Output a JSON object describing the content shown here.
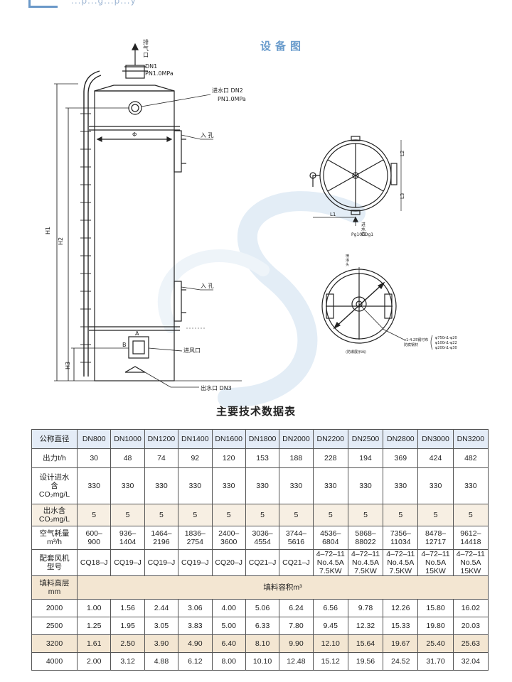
{
  "header": {
    "faded_text": "...p...g...p...y"
  },
  "figure_title": "设备图",
  "drawing": {
    "exhaust_label": "排\n气\n口",
    "exhaust_dn": "DN1",
    "exhaust_pn": "PN1.0MPa",
    "inlet_water": "进水口 DN2",
    "inlet_water_pn": "PN1.0MPa",
    "diameter": "Φ",
    "manhole_1": "入 孔",
    "manhole_2": "入 孔",
    "inlet_air": "进风口",
    "outlet_water": "出水口 DN3",
    "h1": "H1",
    "h2": "H2",
    "h3": "H3",
    "a": "A",
    "b": "B",
    "plan_l1": "L1",
    "plan_l2": "L2",
    "plan_l3": "L3",
    "plan_inlet": "进\n水\n口",
    "plan_spec": "Pg100Dg1",
    "section_note": "(防爆展示出)",
    "section_leg1": "n1-4.25钢衬布",
    "section_leg2": "防腐钢材",
    "spec_1": "φ750n1-φ20",
    "spec_2": "φ100n1-φ22",
    "spec_3": "φ200n1-φ30",
    "section_top": "喷\n淋\n头"
  },
  "table": {
    "title": "主要技术数据表",
    "columns": [
      "DN800",
      "DN1000",
      "DN1200",
      "DN1400",
      "DN1600",
      "DN1800",
      "DN2000",
      "DN2200",
      "DN2500",
      "DN2800",
      "DN3000",
      "DN3200"
    ],
    "row_labels": {
      "diameter": "公称直径",
      "flow": "出力t/h",
      "inlet": "设计进水\n含\nCO₂mg/L",
      "outlet": "出水含\nCO₂mg/L",
      "air": "空气耗量\nm³/h",
      "fan": "配套风机\n型号",
      "packing": "填料高层\nmm"
    },
    "flow": [
      "30",
      "48",
      "74",
      "92",
      "120",
      "153",
      "188",
      "228",
      "194",
      "369",
      "424",
      "482"
    ],
    "inlet": [
      "330",
      "330",
      "330",
      "330",
      "330",
      "330",
      "330",
      "330",
      "330",
      "330",
      "330",
      "330"
    ],
    "outlet": [
      "5",
      "5",
      "5",
      "5",
      "5",
      "5",
      "5",
      "5",
      "5",
      "5",
      "5",
      "5"
    ],
    "air": [
      "600–\n900",
      "936–\n1404",
      "1464–\n2196",
      "1836–\n2754",
      "2400–\n3600",
      "3036–\n4554",
      "3744–\n5616",
      "4536–\n6804",
      "5868–\n88022",
      "7356–\n11034",
      "8478–\n12717",
      "9612–\n14418"
    ],
    "fan": [
      "CQ18–J",
      "CQ19–J",
      "CQ19–J",
      "CQ19–J",
      "CQ20–J",
      "CQ21–J",
      "CQ21–J",
      "4–72–11\nNo.4.5A\n7.5KW",
      "4–72–11\nNo.4.5A\n7.5KW",
      "4–72–11\nNo.4.5A\n7.5KW",
      "4–72–11\nNo.5A\n15KW",
      "4–72–11\nNo.5A\n15KW"
    ],
    "packing_header": "填料容积m³",
    "packing_rows": [
      {
        "height": "2000",
        "values": [
          "1.00",
          "1.56",
          "2.44",
          "3.06",
          "4.00",
          "5.06",
          "6.24",
          "6.56",
          "9.78",
          "12.26",
          "15.80",
          "16.02"
        ]
      },
      {
        "height": "2500",
        "values": [
          "1.25",
          "1.95",
          "3.05",
          "3.83",
          "5.00",
          "6.33",
          "7.80",
          "9.45",
          "12.32",
          "15.33",
          "19.80",
          "20.03"
        ]
      },
      {
        "height": "3200",
        "values": [
          "1.61",
          "2.50",
          "3.90",
          "4.90",
          "6.40",
          "8.10",
          "9.90",
          "12.10",
          "15.64",
          "19.67",
          "25.40",
          "25.63"
        ]
      },
      {
        "height": "4000",
        "values": [
          "2.00",
          "3.12",
          "4.88",
          "6.12",
          "8.00",
          "10.10",
          "12.48",
          "15.12",
          "19.56",
          "24.52",
          "31.70",
          "32.04"
        ]
      }
    ]
  }
}
